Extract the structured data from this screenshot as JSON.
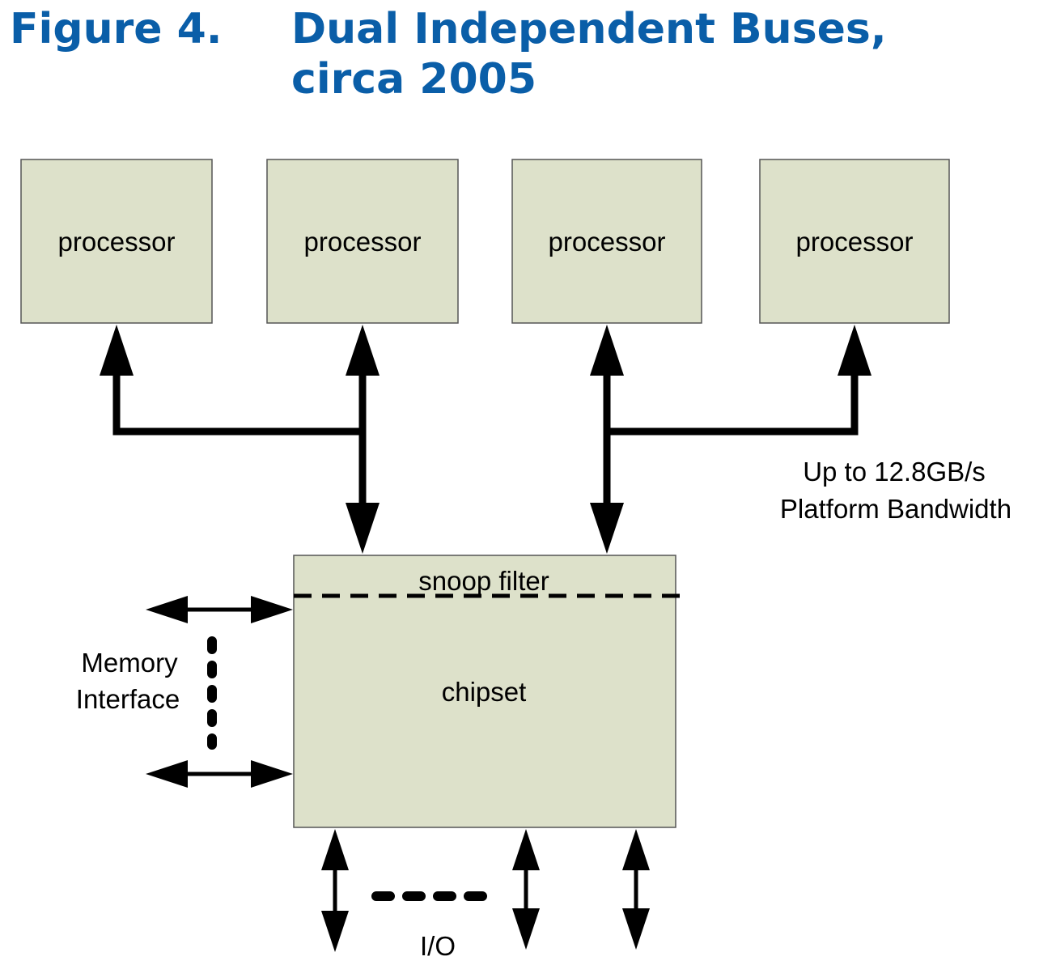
{
  "figure": {
    "label": "Figure 4.",
    "title_line1": "Dual Independent Buses,",
    "title_line2": "circa 2005"
  },
  "diagram": {
    "processors": [
      "processor",
      "processor",
      "processor",
      "processor"
    ],
    "chipset": "chipset",
    "snoop_filter": "snoop filter",
    "bandwidth_note": [
      "Up to 12.8GB/s",
      "Platform Bandwidth"
    ],
    "memory_interface": [
      "Memory",
      "Interface"
    ],
    "io_label": "I/O"
  },
  "colors": {
    "title": "#0a5ea8",
    "box_fill": "#dde1ca"
  }
}
